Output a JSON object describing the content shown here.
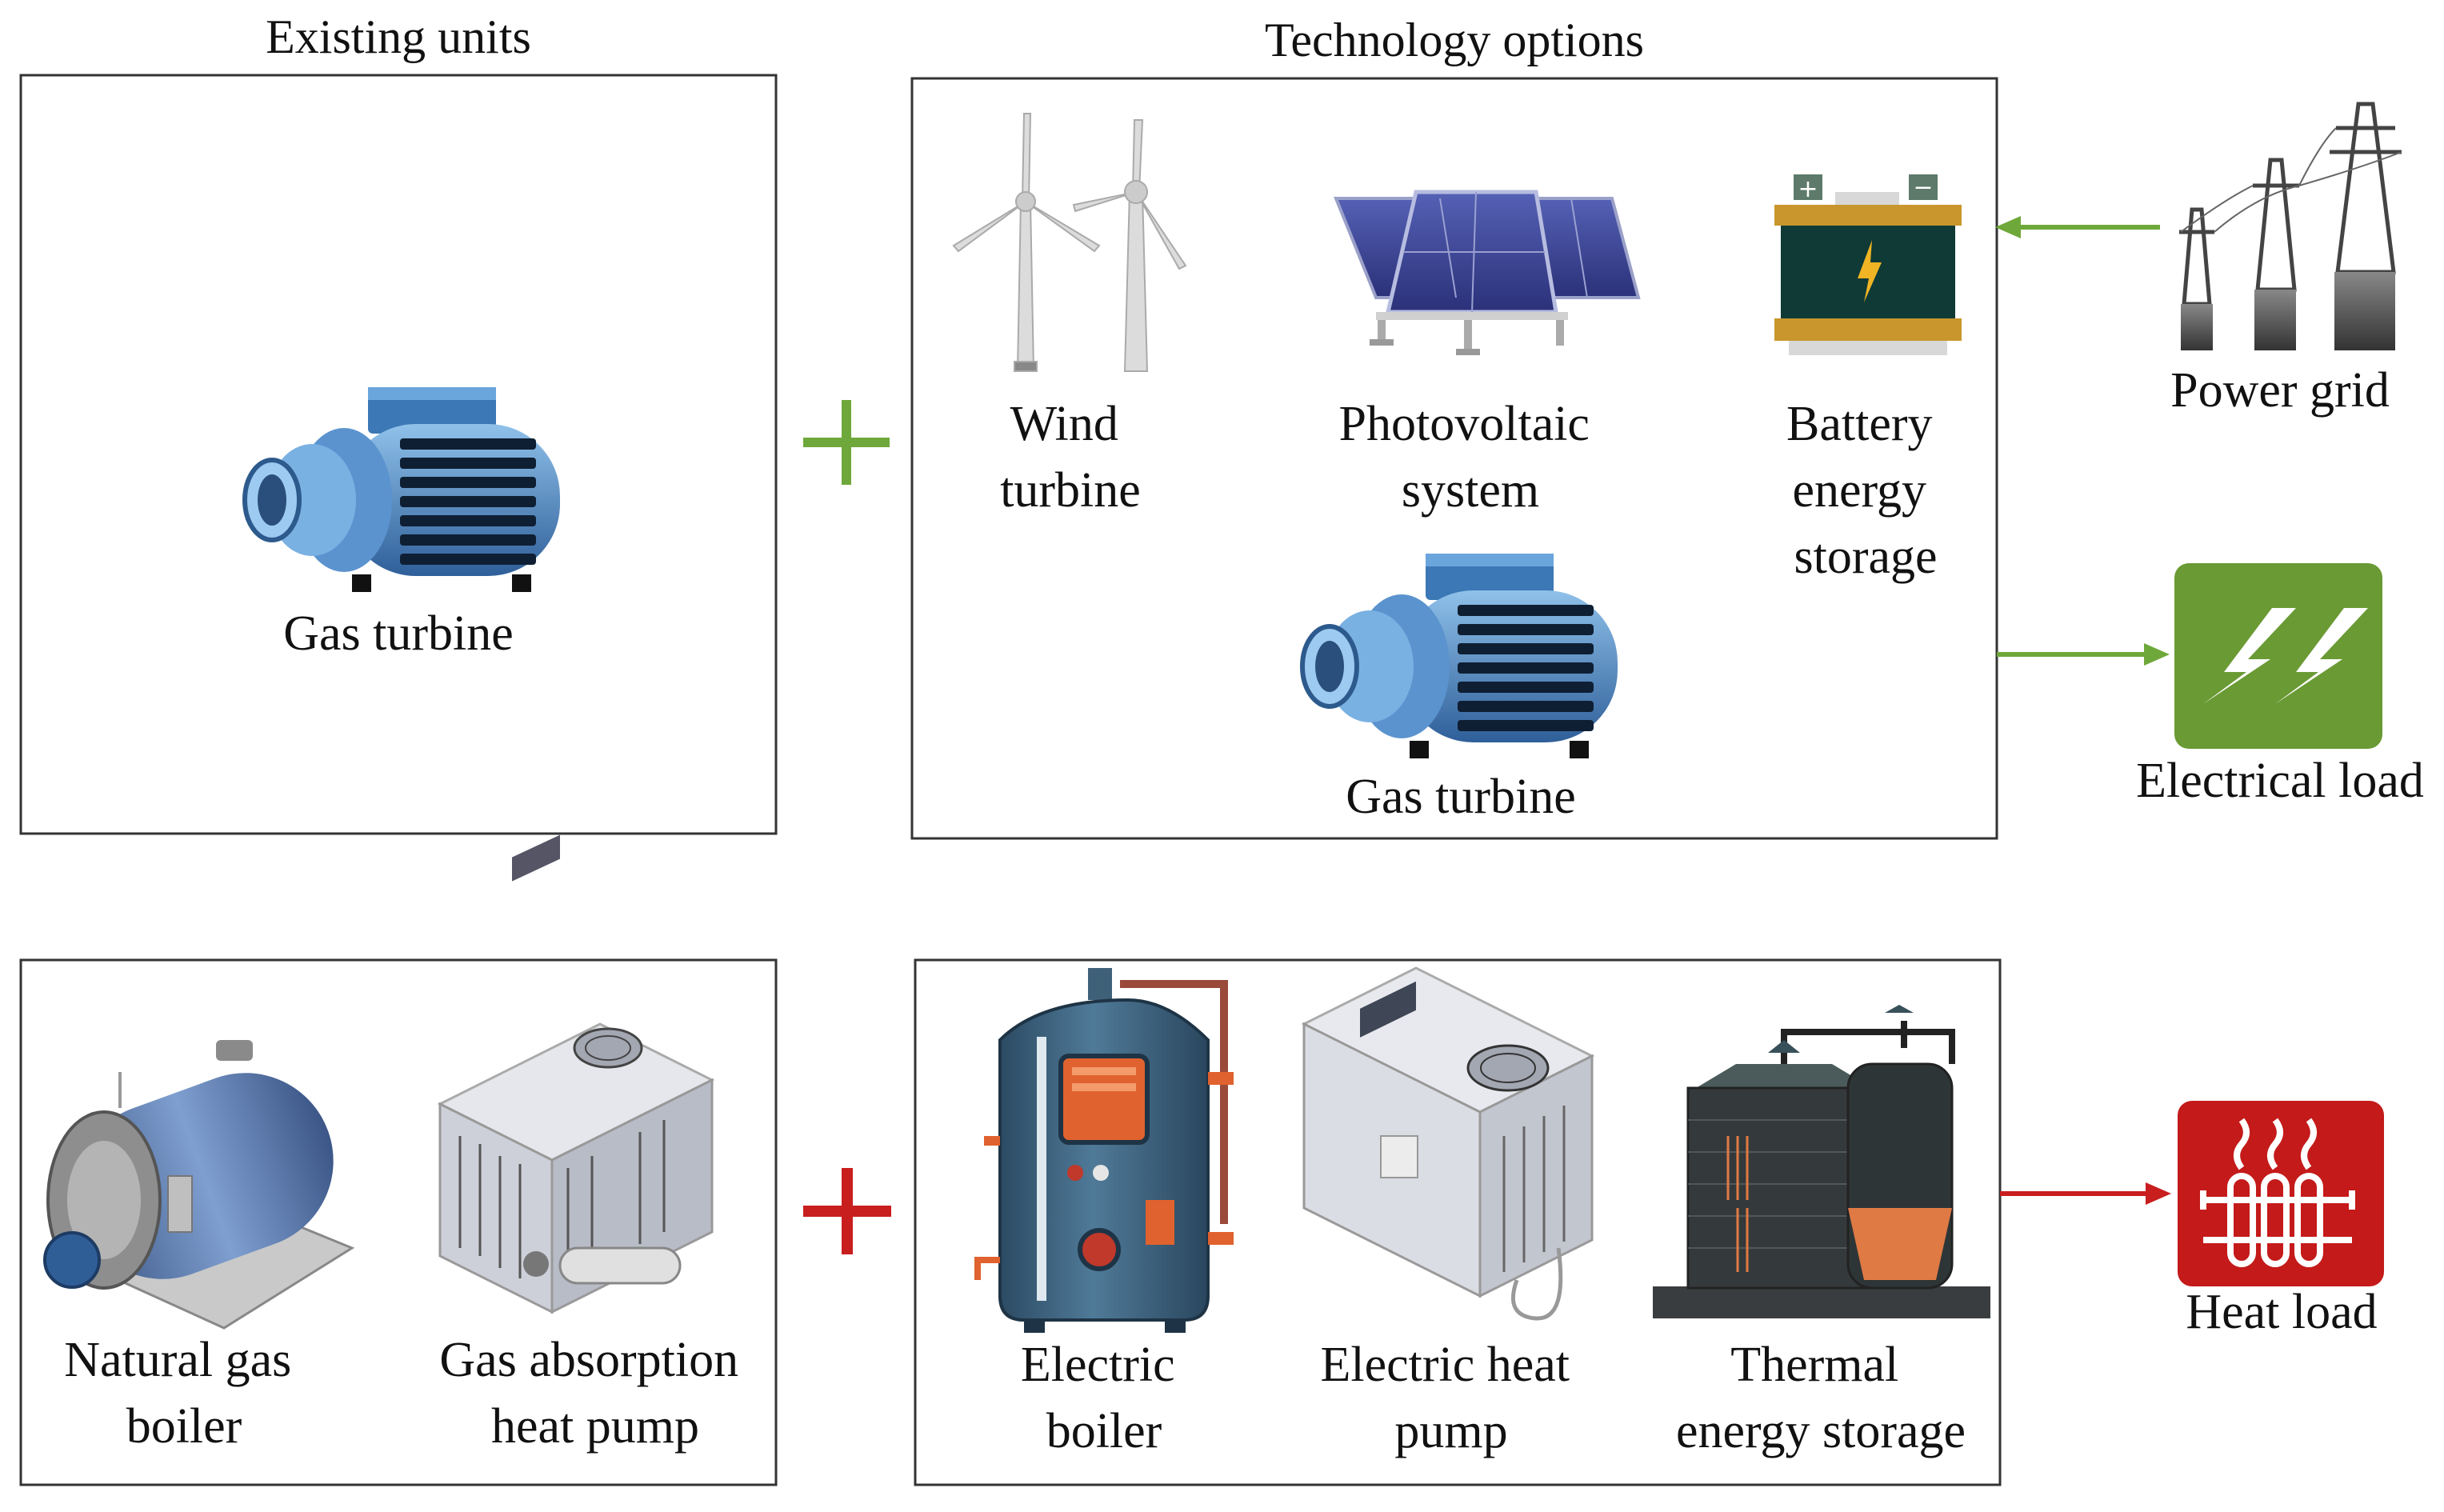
{
  "headers": {
    "existing_units": "Existing units",
    "technology_options": "Technology options"
  },
  "operators": {
    "electric_plus": "+",
    "heat_plus": "+"
  },
  "existing_electric": {
    "gas_turbine": "Gas turbine"
  },
  "tech_electric": {
    "wind_turbine": [
      "Wind",
      "turbine"
    ],
    "photovoltaic": [
      "Photovoltaic",
      "system"
    ],
    "battery": [
      "Battery",
      "energy",
      "storage"
    ],
    "gas_turbine": "Gas turbine"
  },
  "existing_heat": {
    "natural_gas_boiler": [
      "Natural gas",
      "boiler"
    ],
    "gas_absorption_heat_pump": [
      "Gas absorption",
      "heat pump"
    ]
  },
  "tech_heat": {
    "electric_boiler": [
      "Electric",
      "boiler"
    ],
    "electric_heat_pump": [
      "Electric heat",
      "pump"
    ],
    "thermal_energy_storage": [
      "Thermal",
      "energy storage"
    ]
  },
  "external": {
    "power_grid": "Power grid",
    "electrical_load": "Electrical load",
    "heat_load": "Heat load"
  },
  "colors": {
    "electric_green": "#6fa83a",
    "heat_red": "#c81e1e",
    "electrical_load_bg": "#6a9a34",
    "heat_load_bg": "#c41a1a"
  },
  "icons": {
    "gas_turbine": "gas-turbine-icon",
    "wind_turbine": "wind-turbine-icon",
    "photovoltaic": "solar-panel-icon",
    "battery": "battery-icon",
    "power_grid": "power-pylon-icon",
    "electrical_load": "lightning-icon",
    "natural_gas_boiler": "gas-boiler-icon",
    "gas_absorption_heat_pump": "absorption-heat-pump-icon",
    "electric_boiler": "electric-boiler-icon",
    "electric_heat_pump": "electric-heat-pump-icon",
    "thermal_energy_storage": "thermal-storage-tank-icon",
    "heat_load": "radiator-icon"
  }
}
